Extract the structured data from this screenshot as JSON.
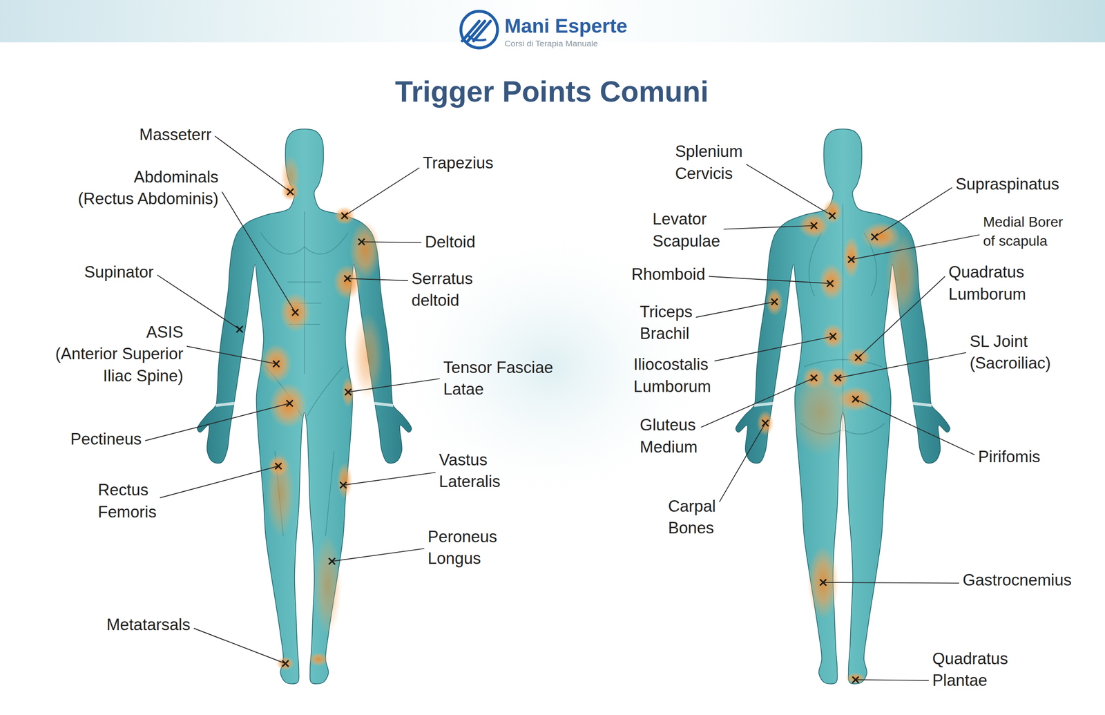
{
  "diagram": {
    "title": "Trigger Points Comuni",
    "labels": [
      "Mani Esperte",
      "Corsi di Terapia Manuale",
      "Masseterr",
      "Abdominals (Rectus Abdominis)",
      "Supinator",
      "ASIS (Anterior Superior Iliac Spine)",
      "Pectineus",
      "Rectus Femoris",
      "Metatarsals",
      "Trapezius",
      "Deltoid",
      "Serratus deltoid",
      "Tensor Fasciae Latae",
      "Vastus Lateralis",
      "Peroneus Longus",
      "Splenium Cervicis",
      "Levator Scapulae",
      "Rhomboid",
      "Triceps Brachil",
      "Iliocostalis Lumborum",
      "Gluteus Medium",
      "Carpal Bones",
      "Supraspinatus",
      "Medial Borer of scapula",
      "Quadratus Lumborum",
      "SL Joint (Sacroiliac)",
      "Pirifomis",
      "Gastrocnemius",
      "Quadratus Plantae"
    ]
  }
}
